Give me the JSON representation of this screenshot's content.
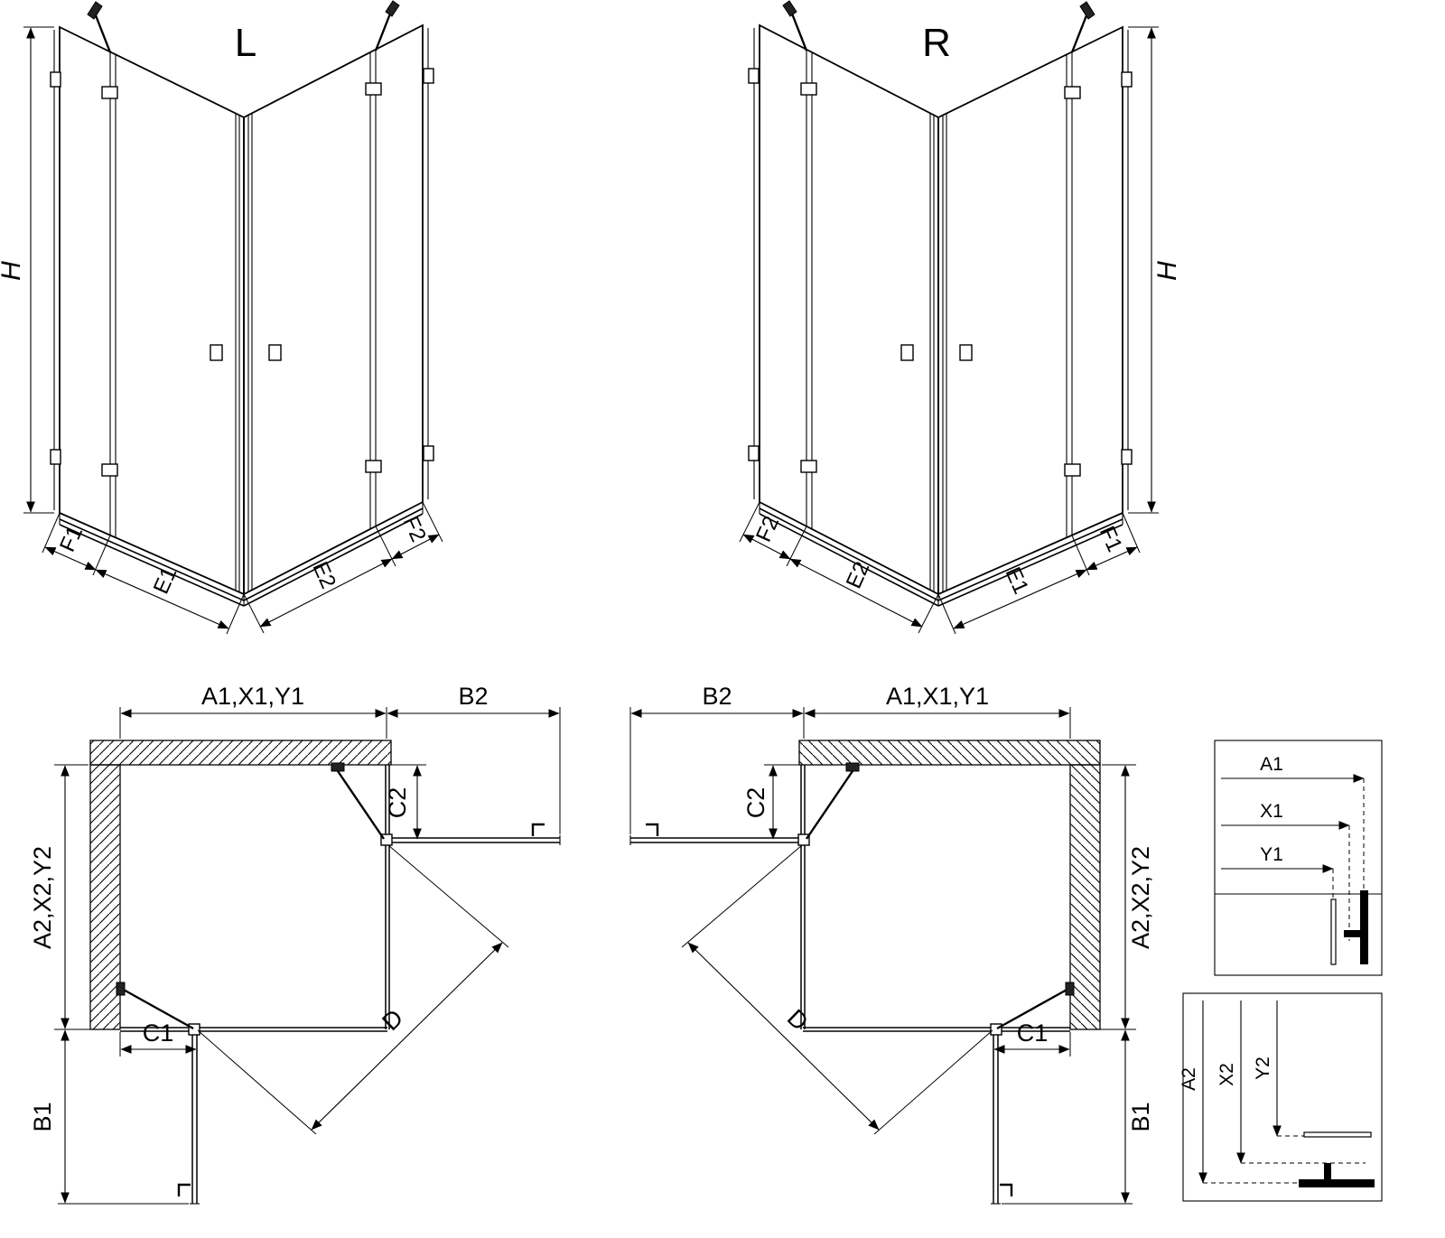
{
  "background": "#ffffff",
  "line_color": "#000000",
  "views": {
    "left_3d": {
      "title": "L",
      "height_dim": "H",
      "bottom_dims": [
        "F1",
        "E1",
        "E2",
        "F2"
      ]
    },
    "right_3d": {
      "title": "R",
      "height_dim": "H",
      "bottom_dims": [
        "F2",
        "E2",
        "E1",
        "F1"
      ]
    },
    "left_plan": {
      "top_width_dim": "A1,X1,Y1",
      "door_swing_side_dim": "B2",
      "top_offset_dim": "C2",
      "side_depth_dim": "A2,X2,Y2",
      "bottom_fixed_dim": "C1",
      "door_swing_bottom_dim": "B1",
      "diagonal_dim": "D"
    },
    "right_plan": {
      "top_width_dim": "A1,X1,Y1",
      "door_swing_side_dim": "B2",
      "top_offset_dim": "C2",
      "side_depth_dim": "A2,X2,Y2",
      "bottom_fixed_dim": "C1",
      "door_swing_bottom_dim": "B1",
      "diagonal_dim": "D"
    },
    "detail_width": {
      "dims": [
        "A1",
        "X1",
        "Y1"
      ]
    },
    "detail_depth": {
      "dims": [
        "A2",
        "X2",
        "Y2"
      ]
    }
  }
}
